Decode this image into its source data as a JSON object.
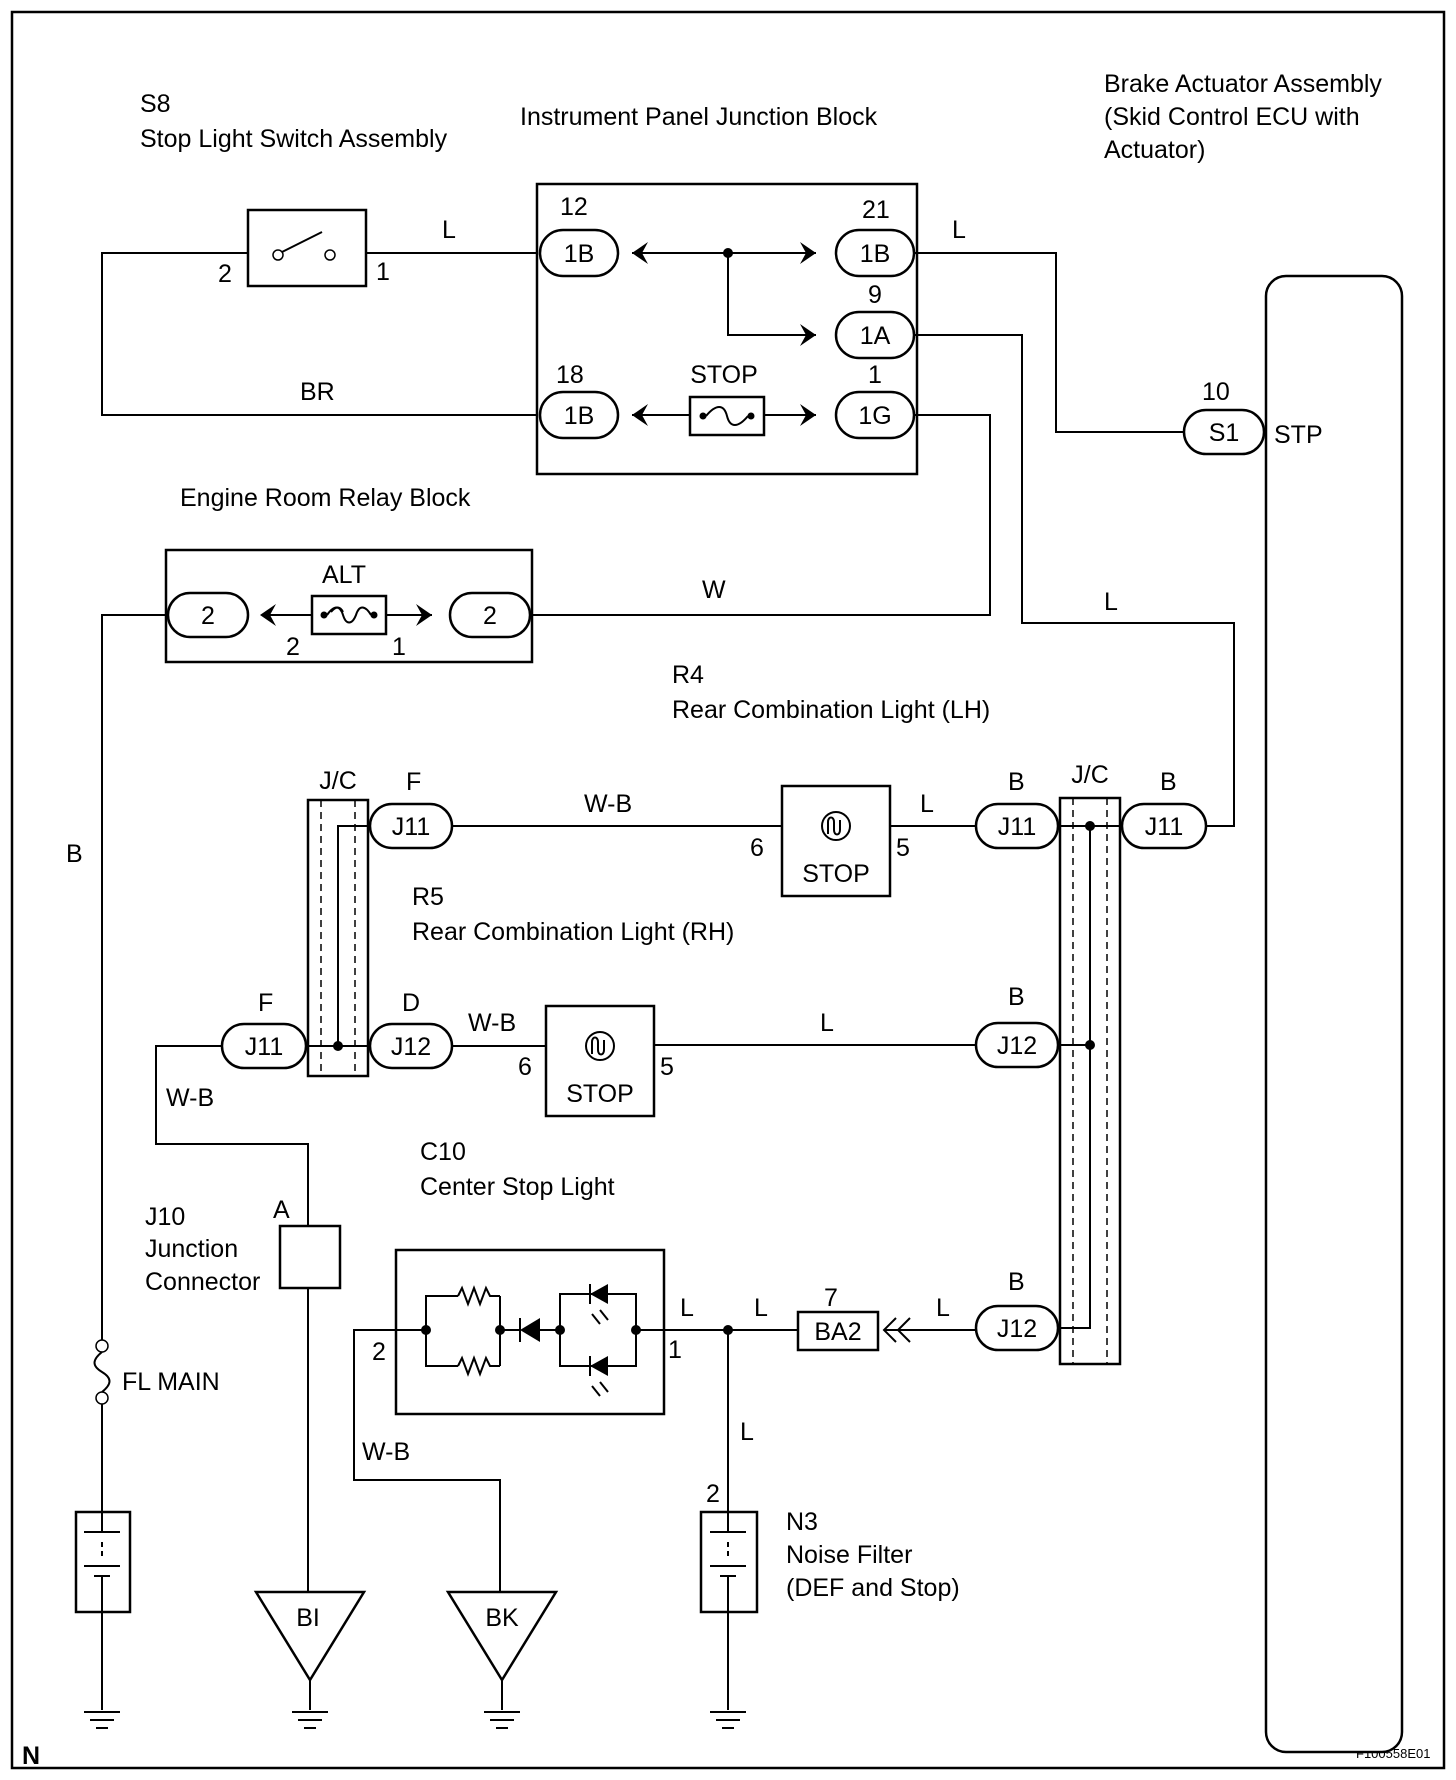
{
  "components": {
    "stop_light_switch": {
      "id": "S8",
      "name": "Stop Light Switch Assembly",
      "pin_a": "2",
      "pin_b": "1"
    },
    "instrument_panel_jb": {
      "name": "Instrument Panel Junction Block",
      "fuse": "STOP"
    },
    "brake_actuator": {
      "line1": "Brake Actuator Assembly",
      "line2": "(Skid Control ECU with",
      "line3": "Actuator)",
      "pin": "10",
      "connector": "S1",
      "terminal": "STP"
    },
    "engine_room_relay_block": {
      "name": "Engine Room Relay Block",
      "fuse": "ALT",
      "pin_a": "2",
      "pin_b": "1"
    },
    "rear_light_lh": {
      "id": "R4",
      "name": "Rear Combination Light (LH)",
      "bulb": "STOP",
      "pin_a": "6",
      "pin_b": "5"
    },
    "rear_light_rh": {
      "id": "R5",
      "name": "Rear Combination Light (RH)",
      "bulb": "STOP",
      "pin_a": "6",
      "pin_b": "5"
    },
    "center_stop_light": {
      "id": "C10",
      "name": "Center Stop Light",
      "pin_a": "2",
      "pin_b": "1"
    },
    "junction_connector": {
      "id": "J10",
      "line1": "Junction",
      "line2": "Connector",
      "pin": "A"
    },
    "fusible_link": {
      "name": "FL MAIN"
    },
    "noise_filter": {
      "id": "N3",
      "line1": "Noise Filter",
      "line2": "(DEF and Stop)",
      "pin": "2"
    },
    "connector_ba2": {
      "label": "BA2",
      "pin": "7"
    },
    "ground_bi": {
      "label": "BI"
    },
    "ground_bk": {
      "label": "BK"
    }
  },
  "connectors": {
    "jb_12": {
      "pin": "12",
      "label": "1B"
    },
    "jb_21": {
      "pin": "21",
      "label": "1B"
    },
    "jb_9": {
      "pin": "9",
      "label": "1A"
    },
    "jb_18": {
      "pin": "18",
      "label": "1B"
    },
    "jb_1": {
      "pin": "1",
      "label": "1G"
    },
    "er_left": {
      "label": "2"
    },
    "er_right": {
      "label": "2"
    },
    "jc_left_top": {
      "pin": "F",
      "label": "J11"
    },
    "jc_left_mid_l": {
      "pin": "F",
      "label": "J11"
    },
    "jc_left_mid_r": {
      "pin": "D",
      "label": "J12"
    },
    "jc_right_top_l": {
      "pin": "B",
      "label": "J11"
    },
    "jc_right_top_r": {
      "pin": "B",
      "label": "J11"
    },
    "jc_right_mid": {
      "pin": "B",
      "label": "J12"
    },
    "jc_right_bot": {
      "pin": "B",
      "label": "J12"
    }
  },
  "junction_blocks": {
    "left": "J/C",
    "right": "J/C"
  },
  "wire_colors": {
    "sw_to_jb": "L",
    "jb_to_ecu": "L",
    "sw_to_jb18": "BR",
    "alt_to_jb": "W",
    "jb_to_jc": "L",
    "battery_feed": "B",
    "lh_w_b": "W-B",
    "lh_l": "L",
    "rh_w_b": "W-B",
    "rh_l": "L",
    "left_ground": "W-B",
    "c10_ground": "W-B",
    "c10_l1": "L",
    "c10_l2": "L",
    "ba2_l": "L",
    "nf_l": "L"
  },
  "figure_code": "F100558E01",
  "corner_mark": "N"
}
